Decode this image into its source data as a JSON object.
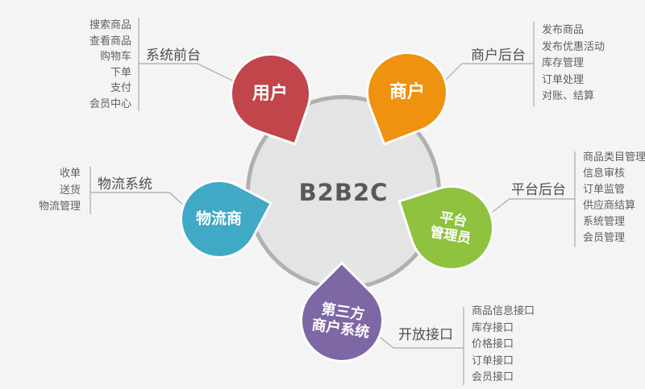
{
  "diagram": {
    "center": {
      "label": "B2B2C",
      "fill": "#e4e4e4",
      "border_color": "#b0b0b0",
      "text_color": "#595959"
    },
    "line_color": "#a9a9a9",
    "background": "#f4f4f4",
    "petals": [
      {
        "name": "user",
        "lines": [
          "用户"
        ],
        "color": "#c1454b"
      },
      {
        "name": "merchant",
        "lines": [
          "商户"
        ],
        "color": "#ef920f"
      },
      {
        "name": "logistics-provider",
        "lines": [
          "物流商"
        ],
        "color": "#3fa9c6"
      },
      {
        "name": "platform-admin",
        "lines": [
          "平台",
          "管理员"
        ],
        "color": "#8ec23f"
      },
      {
        "name": "third-party-merchant-system",
        "lines": [
          "第三方",
          "商户系统"
        ],
        "color": "#7d67a5"
      }
    ],
    "groups": [
      {
        "name": "system-frontend",
        "label": "系统前台",
        "items": [
          "搜索商品",
          "查看商品",
          "购物车",
          "下单",
          "支付",
          "会员中心"
        ]
      },
      {
        "name": "merchant-backend",
        "label": "商户后台",
        "items": [
          "发布商品",
          "发布优惠活动",
          "库存管理",
          "订单处理",
          "对账、结算"
        ]
      },
      {
        "name": "logistics-system",
        "label": "物流系统",
        "items": [
          "收单",
          "送货",
          "物流管理"
        ]
      },
      {
        "name": "platform-backend",
        "label": "平台后台",
        "items": [
          "商品类目管理",
          "信息审核",
          "订单监管",
          "供应商结算",
          "系统管理",
          "会员管理"
        ]
      },
      {
        "name": "open-api",
        "label": "开放接口",
        "items": [
          "商品信息接口",
          "库存接口",
          "价格接口",
          "订单接口",
          "会员接口"
        ]
      }
    ]
  }
}
